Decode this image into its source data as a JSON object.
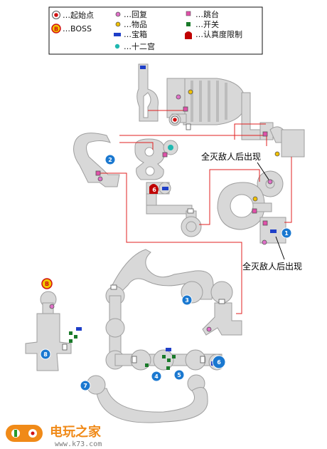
{
  "legend": {
    "start": "…起始点",
    "boss_mark": "B",
    "boss": "…BOSS",
    "recovery": "…回复",
    "item": "…物品",
    "chest": "…宝箱",
    "zodiac": "…十二宫",
    "jump": "…跳台",
    "switch": "…开关",
    "limit": "…认真度限制"
  },
  "annotations": {
    "top": "全灭敌人后出现",
    "bottom": "全灭敌人后出现"
  },
  "map_numbers": {
    "n2": "2",
    "n6": "6",
    "n1": "1",
    "n3": "3",
    "n4": "4",
    "n5": "5",
    "n6b": "6",
    "n7": "7",
    "n8": "8",
    "boss": "B"
  },
  "logo": {
    "site_name": "电玩之家",
    "url": "www.k73.com"
  },
  "colors": {
    "room_fill": "#d8d8d8",
    "room_edge": "#9e9e9e",
    "route_line": "#e02020",
    "recovery": "#e070c8",
    "item": "#f0c000",
    "chest": "#1f3fc8",
    "zodiac": "#20b8b0",
    "jump": "#e050a8",
    "switch": "#1a7a2a",
    "limit": "#c00000",
    "number_badge": "#1a78d0",
    "boss_badge": "#e02020",
    "logo": "#f08a18"
  }
}
